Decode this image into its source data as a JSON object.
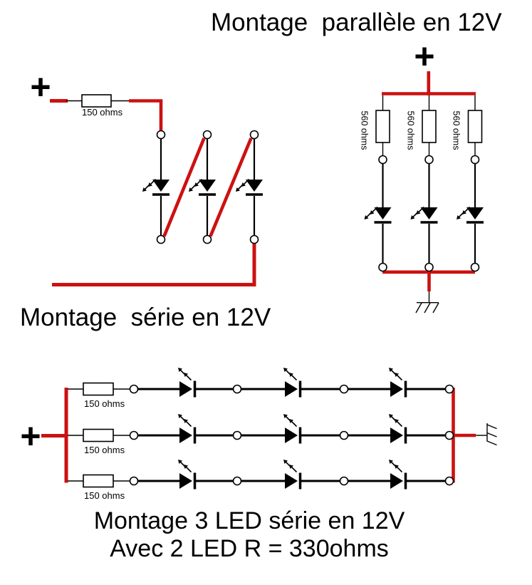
{
  "colors": {
    "wire_red": "#cc1111",
    "wire_black": "#000000",
    "background": "#ffffff"
  },
  "series_circuit": {
    "title": "Montage  série en 12V",
    "plus_label": "+",
    "resistor_label": "150 ohms",
    "led_count": 3
  },
  "parallel_circuit": {
    "title": "Montage  parallèle en 12V",
    "plus_label": "+",
    "branch_count": 3,
    "resistor_labels": [
      "560 ohms",
      "560 ohms",
      "560 ohms"
    ]
  },
  "matrix_circuit": {
    "plus_label": "+",
    "row_count": 3,
    "leds_per_row": 3,
    "resistor_labels": [
      "150 ohms",
      "150 ohms",
      "150 ohms"
    ],
    "caption_line1": "Montage 3 LED série en 12V",
    "caption_line2": "Avec 2 LED R = 330ohms"
  }
}
